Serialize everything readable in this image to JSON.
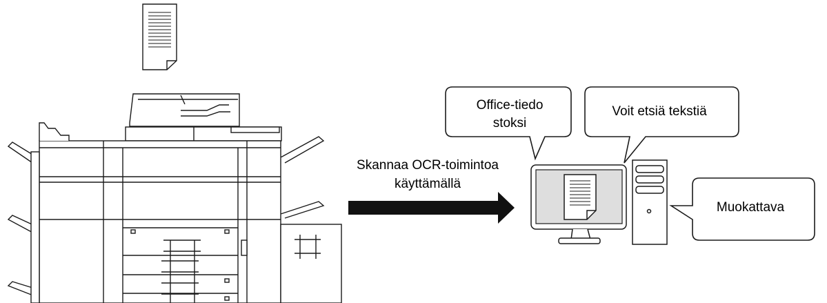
{
  "scan_caption": {
    "line1": "Skannaa OCR-toimintoa",
    "line2": "käyttämällä"
  },
  "bubbles": {
    "office": {
      "line1": "Office-tiedo",
      "line2": "stoksi"
    },
    "search": "Voit etsiä tekstiä",
    "edit": "Muokattava"
  },
  "colors": {
    "line": "#1a1a1a",
    "screen_fill": "#dedede",
    "arrow": "#111111"
  },
  "icons": [
    "document-icon",
    "multifunction-printer-icon",
    "arrow-right-icon",
    "computer-monitor-icon",
    "computer-tower-icon"
  ]
}
